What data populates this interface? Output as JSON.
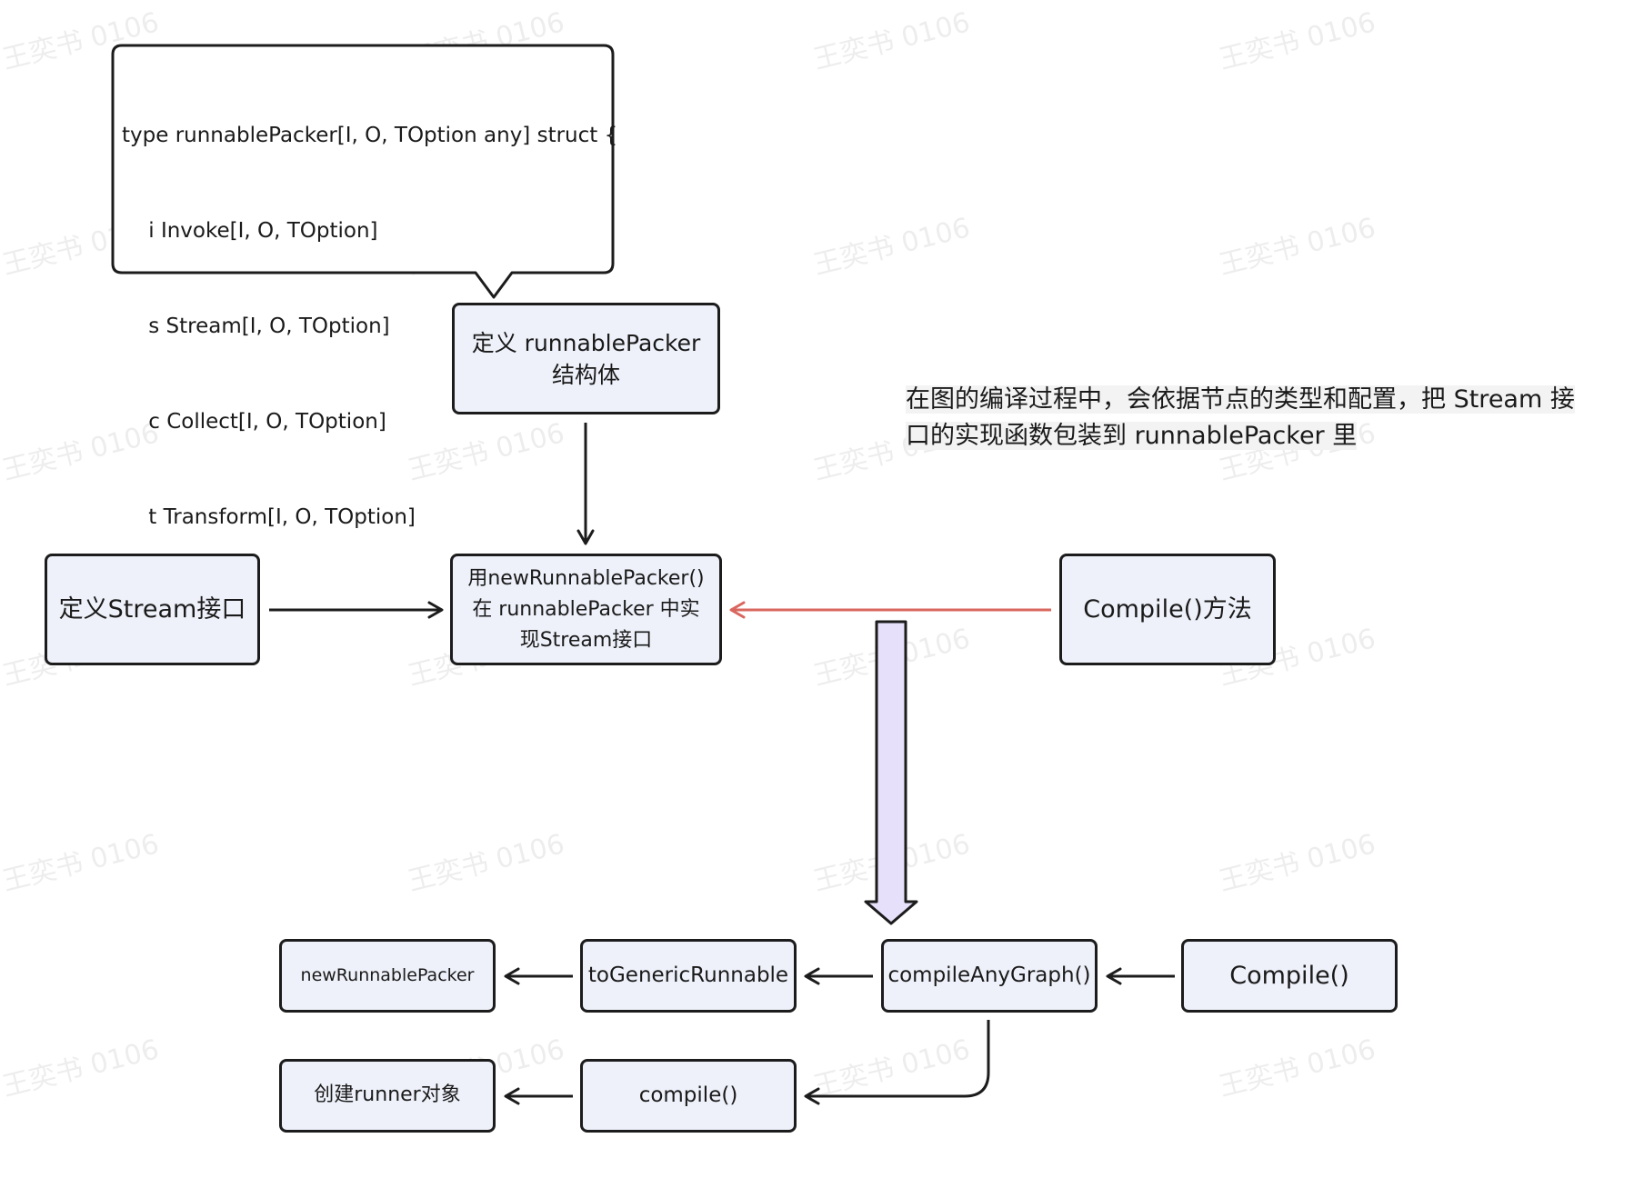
{
  "watermark": "王奕书 0106",
  "callout": {
    "lines": [
      "type runnablePacker[I, O, TOption any] struct {",
      "    i Invoke[I, O, TOption]",
      "    s Stream[I, O, TOption]",
      "    c Collect[I, O, TOption]",
      "    t Transform[I, O, TOption]",
      "}"
    ]
  },
  "nodes": {
    "define_packer": "定义 runnablePacker\n结构体",
    "new_packer_impl": "用newRunnablePacker()\n在 runnablePacker 中实\n现Stream接口",
    "define_stream": "定义Stream接口",
    "compile_method": "Compile()方法",
    "new_runnable_packer": "newRunnablePacker",
    "to_generic_runnable": "toGenericRunnable",
    "compile_any_graph": "compileAnyGraph()",
    "compile_upper": "Compile()",
    "create_runner": "创建runner对象",
    "compile_lower": "compile()"
  },
  "note": {
    "line1": "在图的编译过程中，会依据节点的类型和配置，把 Stream 接",
    "line2": "口的实现函数包装到 runnablePacker 里"
  },
  "colors": {
    "border": "#1c1c1c",
    "box_fill": "#eef1fa",
    "red_arrow": "#d9675f",
    "big_arrow_fill": "#e6e0fa"
  }
}
